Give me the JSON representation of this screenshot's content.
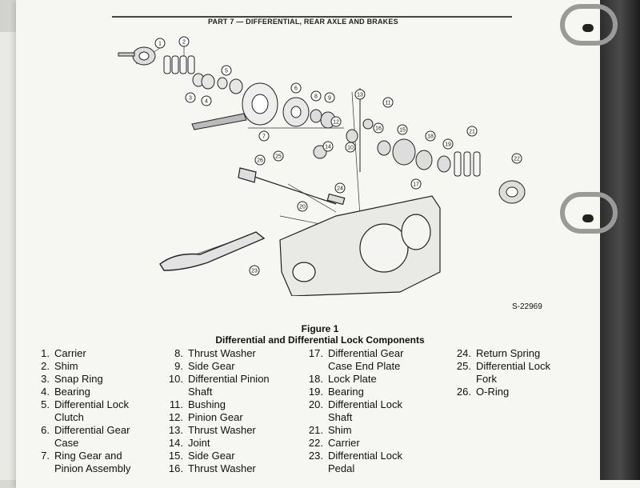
{
  "header": {
    "title": "PART 7 — DIFFERENTIAL, REAR AXLE AND BRAKES"
  },
  "diagram": {
    "ref": "S-22969",
    "callouts": [
      "1",
      "2",
      "3",
      "4",
      "5",
      "6",
      "7",
      "8",
      "9",
      "10",
      "11",
      "12",
      "13",
      "14",
      "15",
      "16",
      "17",
      "18",
      "19",
      "20",
      "21",
      "22",
      "23",
      "24",
      "25",
      "26"
    ]
  },
  "figure": {
    "label": "Figure 1",
    "title": "Differential and Differential Lock Components"
  },
  "legend": {
    "col1": [
      {
        "n": "1.",
        "text": "Carrier"
      },
      {
        "n": "2.",
        "text": "Shim"
      },
      {
        "n": "3.",
        "text": "Snap Ring"
      },
      {
        "n": "4.",
        "text": "Bearing"
      },
      {
        "n": "5.",
        "text": "Differential Lock"
      },
      {
        "n": "",
        "text": "Clutch"
      },
      {
        "n": "6.",
        "text": "Differential Gear"
      },
      {
        "n": "",
        "text": "Case"
      },
      {
        "n": "7.",
        "text": "Ring Gear and"
      },
      {
        "n": "",
        "text": "Pinion Assembly"
      }
    ],
    "col2": [
      {
        "n": "8.",
        "text": "Thrust Washer"
      },
      {
        "n": "9.",
        "text": "Side Gear"
      },
      {
        "n": "10.",
        "text": "Differential Pinion"
      },
      {
        "n": "",
        "text": "Shaft"
      },
      {
        "n": "11.",
        "text": "Bushing"
      },
      {
        "n": "12.",
        "text": "Pinion Gear"
      },
      {
        "n": "13.",
        "text": "Thrust Washer"
      },
      {
        "n": "14.",
        "text": "Joint"
      },
      {
        "n": "15.",
        "text": "Side Gear"
      },
      {
        "n": "16.",
        "text": "Thrust Washer"
      }
    ],
    "col3": [
      {
        "n": "17.",
        "text": "Differential Gear"
      },
      {
        "n": "",
        "text": "Case End Plate"
      },
      {
        "n": "18.",
        "text": "Lock Plate"
      },
      {
        "n": "19.",
        "text": "Bearing"
      },
      {
        "n": "20.",
        "text": "Differential Lock"
      },
      {
        "n": "",
        "text": "Shaft"
      },
      {
        "n": "21.",
        "text": "Shim"
      },
      {
        "n": "22.",
        "text": "Carrier"
      },
      {
        "n": "23.",
        "text": "Differential Lock"
      },
      {
        "n": "",
        "text": "Pedal"
      }
    ],
    "col4": [
      {
        "n": "24.",
        "text": "Return Spring"
      },
      {
        "n": "25.",
        "text": "Differential Lock"
      },
      {
        "n": "",
        "text": "Fork"
      },
      {
        "n": "26.",
        "text": "O-Ring"
      }
    ]
  }
}
